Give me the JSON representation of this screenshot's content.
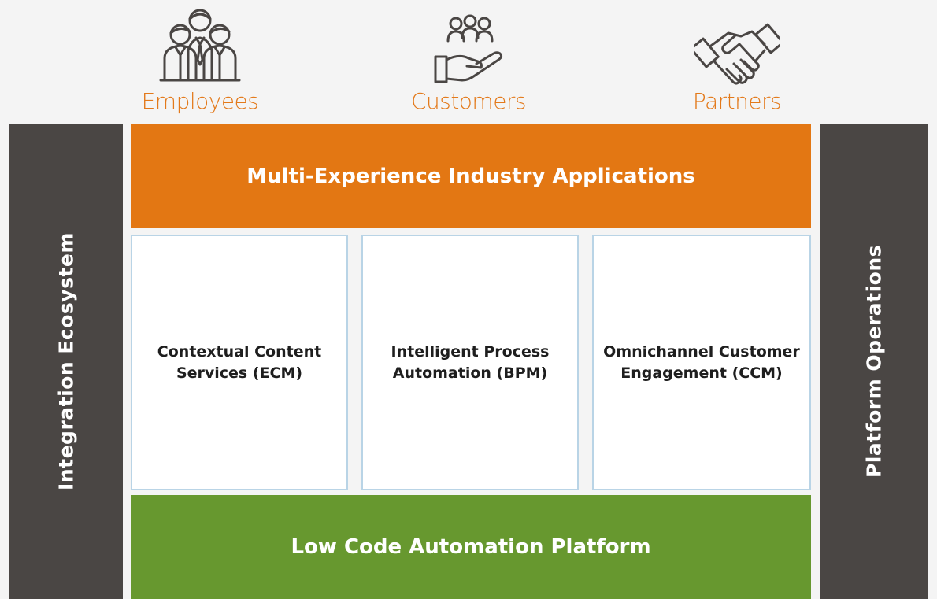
{
  "personas": [
    {
      "label": "Employees",
      "icon": "employees-group-icon"
    },
    {
      "label": "Customers",
      "icon": "customers-hand-icon"
    },
    {
      "label": "Partners",
      "icon": "handshake-icon"
    }
  ],
  "left_pillar": {
    "label": "Integration Ecosystem"
  },
  "right_pillar": {
    "label": "Platform Operations"
  },
  "top_band": {
    "label": "Multi-Experience Industry Applications"
  },
  "modules": [
    {
      "label": "Contextual Content Services (ECM)"
    },
    {
      "label": "Intelligent Process Automation (BPM)"
    },
    {
      "label": "Omnichannel Customer Engagement (CCM)"
    }
  ],
  "bottom_band": {
    "label": "Low Code Automation Platform"
  },
  "colors": {
    "accent_orange": "#e37713",
    "platform_green": "#67982f",
    "pillar_gray": "#4a4644",
    "module_border": "#b9d4e6",
    "label_orange": "#e3791a"
  }
}
